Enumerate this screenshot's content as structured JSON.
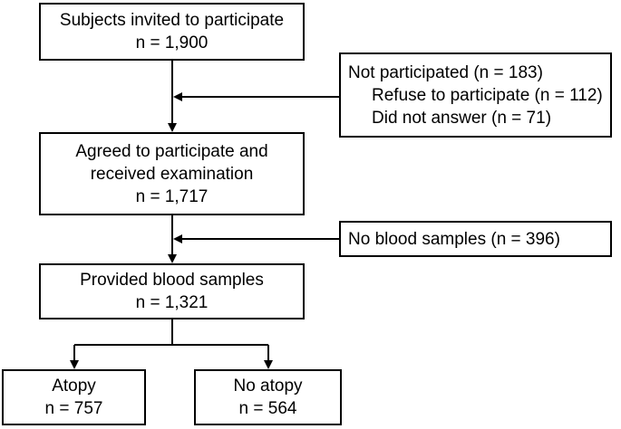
{
  "boxes": {
    "invited": {
      "line1": "Subjects invited to participate",
      "line2": "n = 1,900"
    },
    "not_participated": {
      "title": "Not participated (n = 183)",
      "refuse": "Refuse to participate (n = 112)",
      "no_answer": "Did not answer (n = 71)"
    },
    "agreed": {
      "line1": "Agreed to participate and",
      "line2": "received examination",
      "line3": "n = 1,717"
    },
    "no_blood": {
      "title": "No blood samples (n = 396)"
    },
    "blood": {
      "line1": "Provided blood samples",
      "line2": "n = 1,321"
    },
    "atopy": {
      "line1": "Atopy",
      "line2": "n = 757"
    },
    "no_atopy": {
      "line1": "No atopy",
      "line2": "n = 564"
    }
  }
}
